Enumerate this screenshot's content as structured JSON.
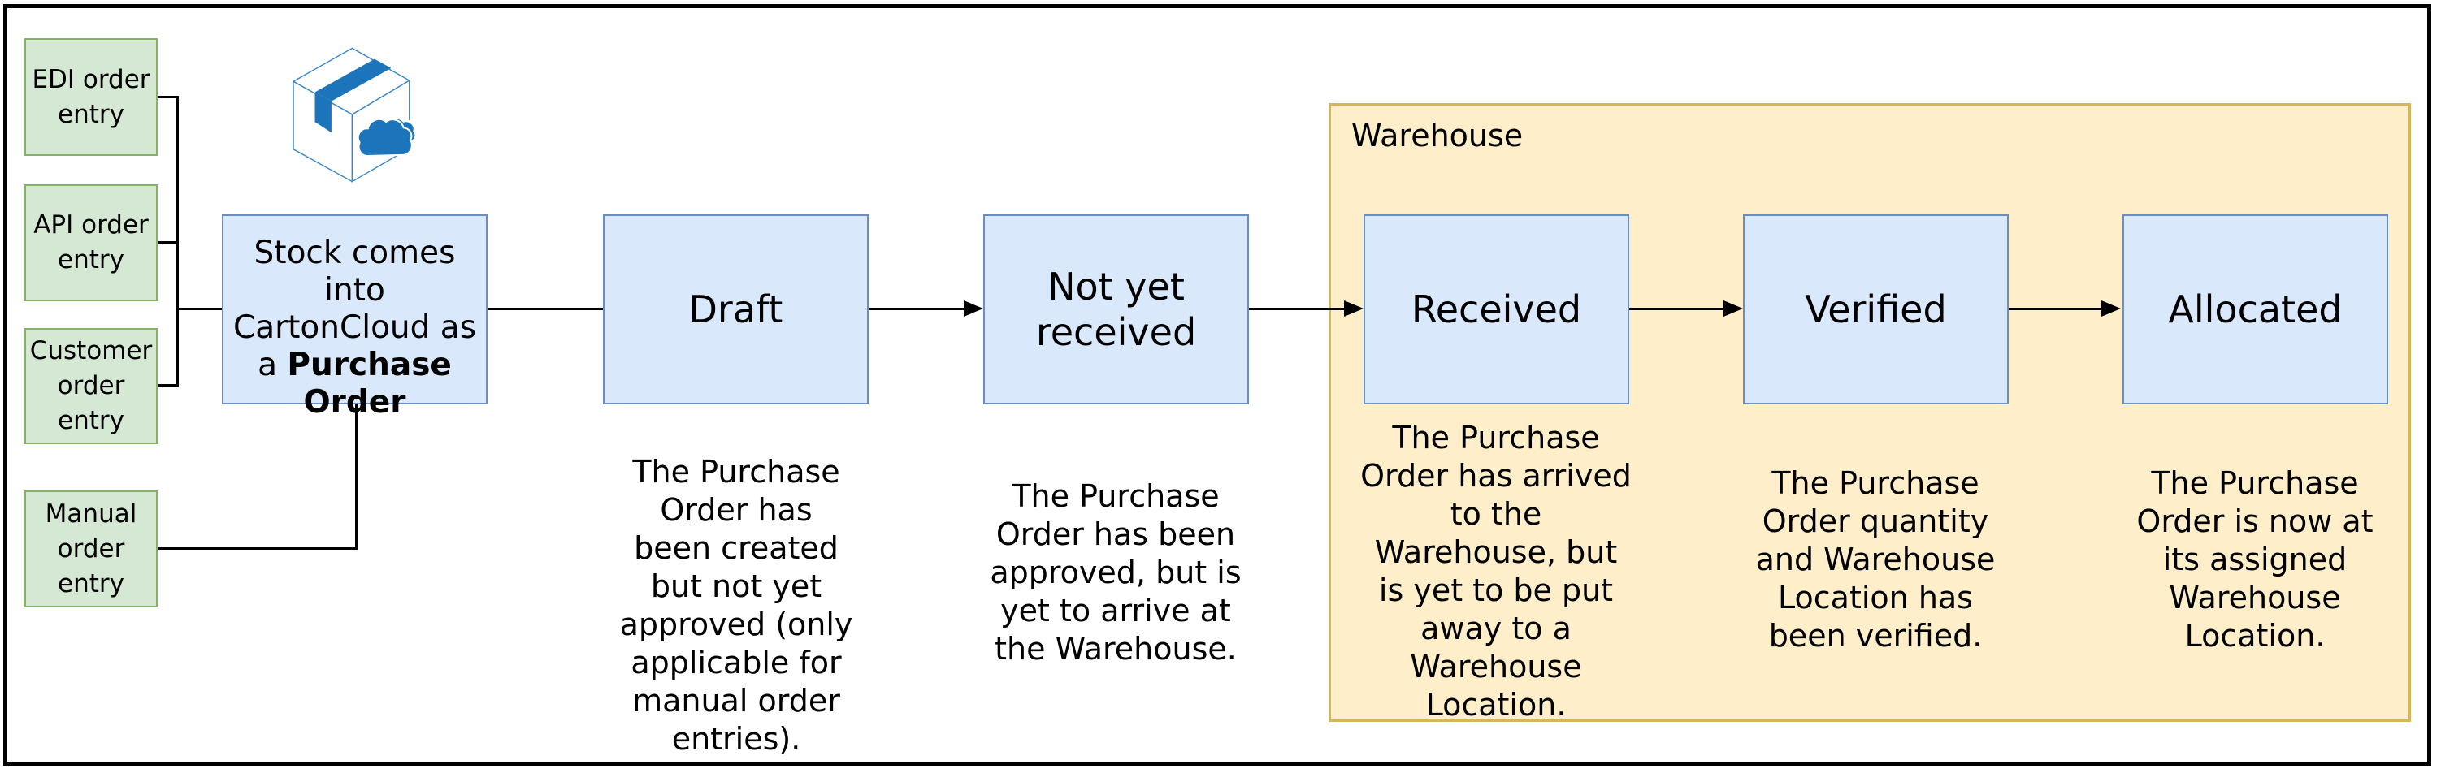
{
  "entry_points": [
    {
      "label": "EDI order\nentry"
    },
    {
      "label": "API order\nentry"
    },
    {
      "label": "Customer\norder\nentry"
    },
    {
      "label": "Manual\norder\nentry"
    }
  ],
  "intake": {
    "label_regular": "Stock comes\ninto\nCartonCloud as\na ",
    "label_bold": "Purchase\nOrder"
  },
  "icon": {
    "name": "cartoncloud-carton-with-cloud"
  },
  "warehouse": {
    "label": "Warehouse"
  },
  "stages": [
    {
      "label": "Draft",
      "description": "The Purchase\nOrder has\nbeen created\nbut not yet\napproved (only\napplicable for\nmanual order\nentries)."
    },
    {
      "label": "Not yet\nreceived",
      "description": "The Purchase\nOrder has been\napproved, but is\nyet to arrive at\nthe Warehouse."
    },
    {
      "label": "Received",
      "description": "The Purchase\nOrder has arrived\nto the\nWarehouse, but\nis yet to be put\naway to a\nWarehouse\nLocation."
    },
    {
      "label": "Verified",
      "description": "The Purchase\nOrder quantity\nand Warehouse\nLocation has\nbeen verified."
    },
    {
      "label": "Allocated",
      "description": "The Purchase\nOrder is now at\nits assigned\nWarehouse\nLocation."
    }
  ],
  "colors": {
    "entry_fill": "#d5e8d4",
    "entry_border": "#82b366",
    "stage_fill": "#dae8fc",
    "stage_border": "#6c8ebf",
    "warehouse_fill": "#ffeeca",
    "warehouse_border": "#d6b656",
    "connector": "#000000",
    "icon_blue": "#1c75bb"
  }
}
